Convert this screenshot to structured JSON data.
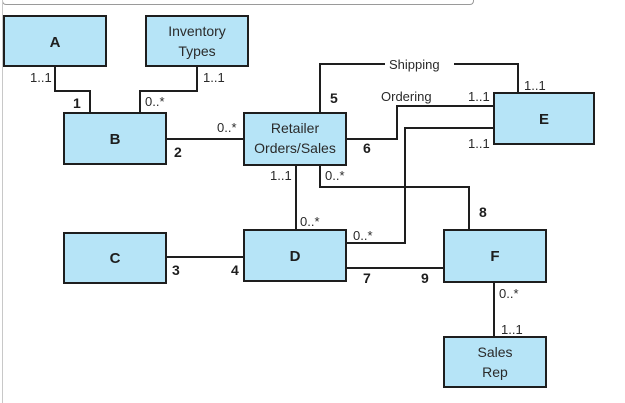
{
  "entities": {
    "a": [
      "A"
    ],
    "inventory_types": [
      "Inventory",
      "Types"
    ],
    "b": [
      "B"
    ],
    "retailer_orders_sales": [
      "Retailer",
      "Orders/Sales"
    ],
    "e": [
      "E"
    ],
    "c": [
      "C"
    ],
    "d": [
      "D"
    ],
    "f": [
      "F"
    ],
    "sales_rep": [
      "Sales",
      "Rep"
    ]
  },
  "relationships": {
    "shipping": "Shipping",
    "ordering": "Ordering"
  },
  "cardinalities": {
    "a_b_near_a": "1..1",
    "types_b_near_types": "1..1",
    "types_b_near_b": "0..*",
    "b_retailer_near_retailer": "0..*",
    "shipping_near_e": "1..1",
    "ordering_near_e": "1..1",
    "d_e_near_e": "1..1",
    "retailer_d_near_retailer": "1..1",
    "retailer_d_near_d": "0..*",
    "retailer_f_near_retailer": "0..*",
    "d_e_near_d": "0..*",
    "f_rep_near_f": "0..*",
    "f_rep_near_rep": "1..1"
  },
  "line_numbers": [
    "1",
    "2",
    "3",
    "4",
    "5",
    "6",
    "7",
    "8",
    "9"
  ],
  "colors": {
    "box_fill": "#b6e4f7",
    "box_stroke": "#1e1e1e",
    "line": "#1e1e1e"
  }
}
